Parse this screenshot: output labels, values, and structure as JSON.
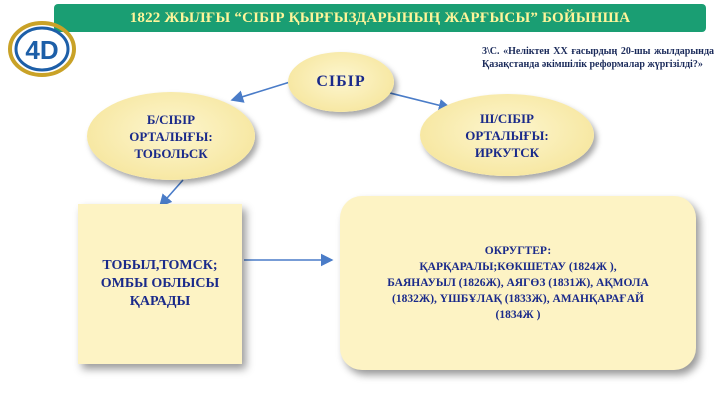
{
  "header": {
    "title": "1822 ЖЫЛҒЫ “СІБІР ҚЫРҒЫЗДАРЫНЫҢ ЖАРҒЫСЫ” БОЙЫНША"
  },
  "logo": {
    "text": "4D"
  },
  "note": {
    "text": "3\\С. «Неліктен XX ғасырдың 20-шы жылдарында Қазақстанда әкімшілік реформалар жүргізілді?»"
  },
  "diagram": {
    "root": "СІБІР",
    "left_oval": {
      "line1": "Б/СІБІР",
      "line2": "ОРТАЛЫҒЫ:",
      "line3": "ТОБОЛЬСК"
    },
    "right_oval": {
      "line1": "Ш/СІБІР",
      "line2": "ОРТАЛЫҒЫ:",
      "line3": "ИРКУТСК"
    },
    "left_box": {
      "line1": "ТОБЫЛ,ТОМСК;",
      "line2": "ОМБЫ ОБЛЫСЫ",
      "line3": "ҚАРАДЫ"
    },
    "right_box": {
      "line1": "ОКРУГТЕР:",
      "line2": "ҚАРҚАРАЛЫ;КӨКШЕТАУ (1824Ж ),",
      "line3": "БАЯНАУЫЛ (1826Ж), АЯГӨЗ (1831Ж), АҚМОЛА",
      "line4": "(1832Ж), ҮШБҰЛАҚ (1833Ж), АМАНҚАРАҒАЙ",
      "line5": "(1834Ж )"
    }
  },
  "colors": {
    "title_bg": "#1a9e73",
    "title_text": "#fff59a",
    "node_fill": "#f7e8a4",
    "node_text": "#1a2a8a",
    "arrow": "#4a7cc8"
  }
}
